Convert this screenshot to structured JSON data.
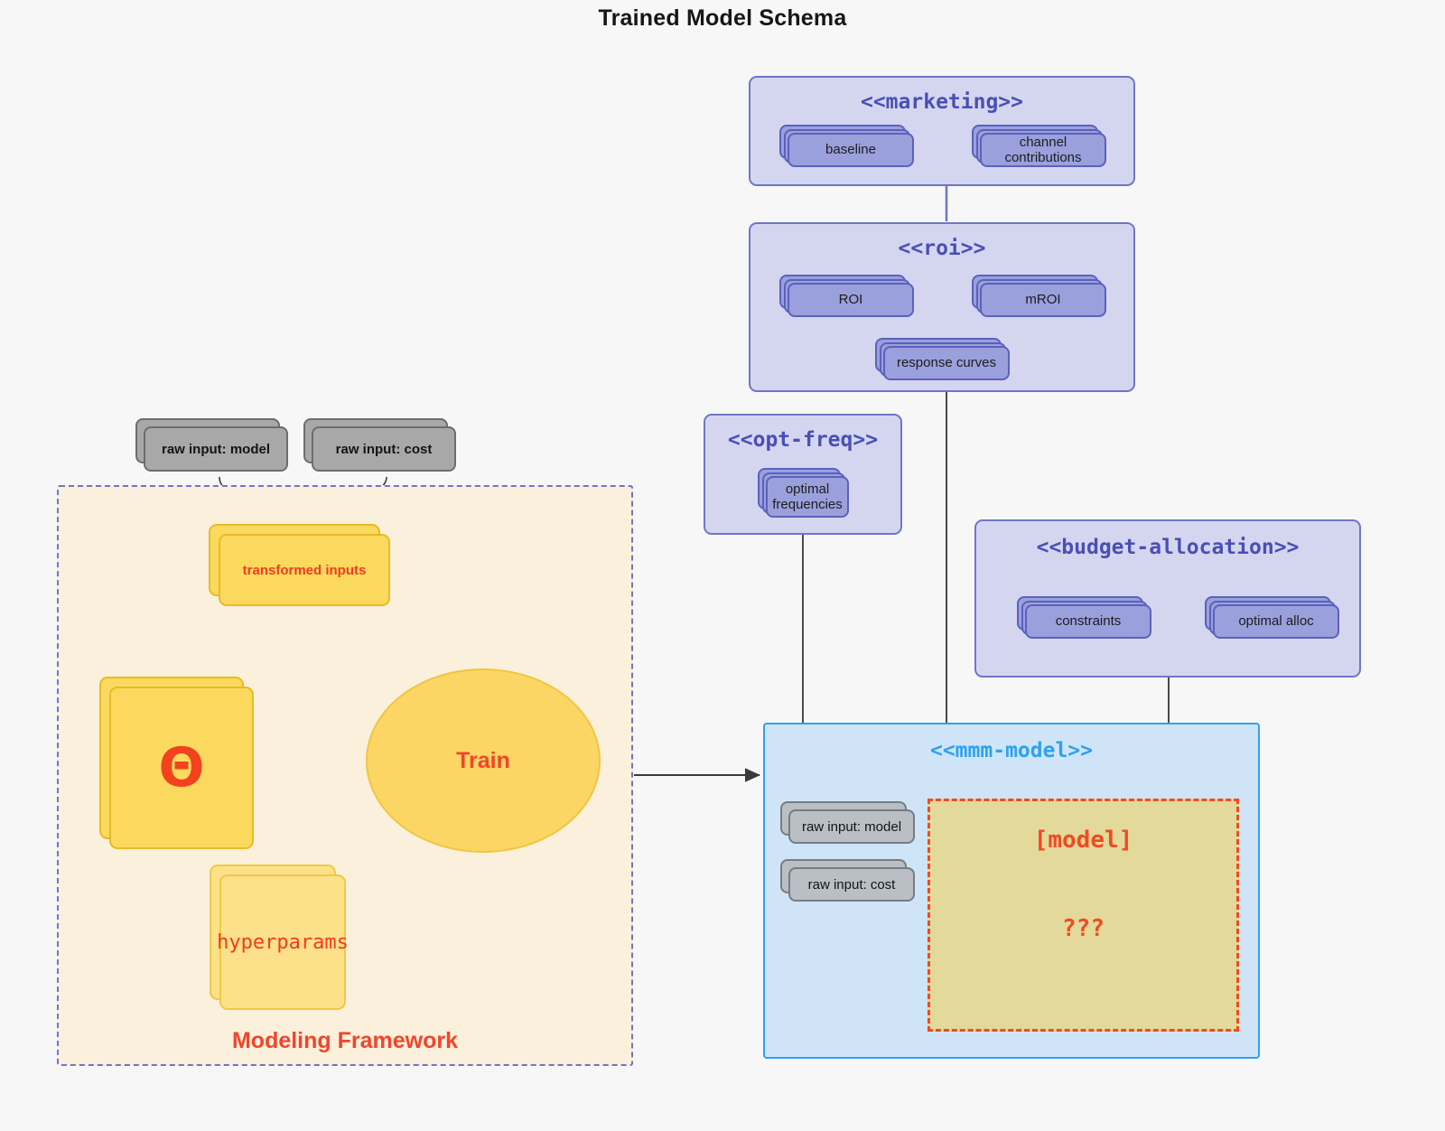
{
  "title": "Trained Model Schema",
  "packages": {
    "marketing": {
      "name": "<<marketing>>",
      "cards": [
        "baseline",
        "channel contributions"
      ]
    },
    "roi": {
      "name": "<<roi>>",
      "cards": [
        "ROI",
        "mROI",
        "response curves"
      ]
    },
    "opt_freq": {
      "name": "<<opt-freq>>",
      "cards": [
        "optimal\nfrequencies"
      ],
      "card_line1": "optimal",
      "card_line2": "frequencies"
    },
    "budget_allocation": {
      "name": "<<budget-allocation>>",
      "cards": [
        "constraints",
        "optimal alloc"
      ]
    },
    "mmm_model": {
      "name": "<<mmm-model>>",
      "cards": [
        "raw input: model",
        "raw input: cost"
      ],
      "model_box": {
        "label": "[model]",
        "unknown": "???"
      }
    }
  },
  "framework": {
    "label": "Modeling Framework",
    "raw_inputs": [
      "raw input: model",
      "raw input: cost"
    ],
    "transformed_inputs": "transformed inputs",
    "theta": "Θ",
    "hyperparams": "hyperparams",
    "train": "Train"
  },
  "colors": {
    "background": "#f7f7f7",
    "package_fill": "#d4d6ef",
    "package_border": "#6f75c8",
    "card_fill": "#9aa0dc",
    "card_border": "#5b61bd",
    "gray_card_fill": "#a8a8a8",
    "yellow_card_fill": "#fbd95f",
    "accent_red": "#f2452a",
    "mmm_fill": "#cfe5f7",
    "mmm_border": "#2da2f0",
    "model_box_fill": "#e3d99a",
    "frame_fill": "#faf0dc"
  }
}
